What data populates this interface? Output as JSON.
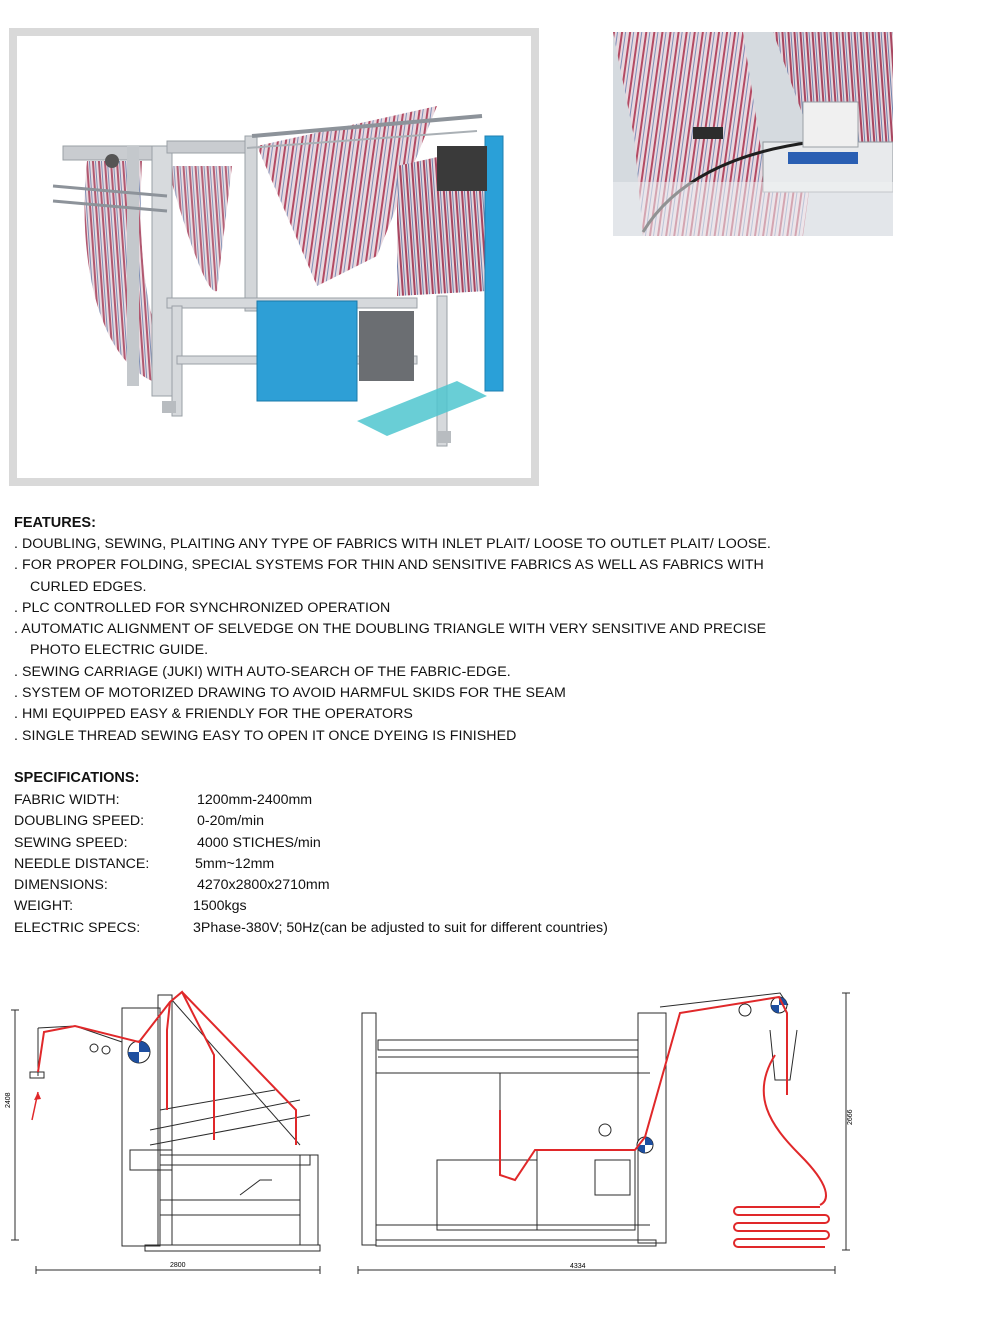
{
  "photos": {
    "main_alt": "fabric doubling sewing plaiting machine",
    "detail_alt": "sewing head close-up"
  },
  "features": {
    "heading": "FEATURES:",
    "lines": [
      ".  DOUBLING, SEWING, PLAITING ANY TYPE OF FABRICS WITH INLET PLAIT/ LOOSE TO OUTLET PLAIT/ LOOSE.",
      ".  FOR PROPER FOLDING, SPECIAL SYSTEMS FOR THIN AND SENSITIVE FABRICS AS WELL AS FABRICS WITH",
      "    CURLED EDGES.",
      ".  PLC CONTROLLED FOR SYNCHRONIZED OPERATION",
      ".  AUTOMATIC ALIGNMENT OF SELVEDGE ON THE DOUBLING  TRIANGLE WITH VERY SENSITIVE AND PRECISE",
      "    PHOTO ELECTRIC GUIDE.",
      ".  SEWING CARRIAGE (JUKI) WITH AUTO-SEARCH OF THE FABRIC-EDGE.",
      ".  SYSTEM OF MOTORIZED DRAWING TO AVOID HARMFUL SKIDS FOR THE SEAM",
      ".  HMI EQUIPPED EASY & FRIENDLY FOR THE OPERATORS",
      ".  SINGLE THREAD SEWING EASY TO OPEN IT ONCE DYEING IS FINISHED"
    ]
  },
  "specifications": {
    "heading": "SPECIFICATIONS:",
    "rows": [
      {
        "label": "FABRIC WIDTH:",
        "value": "1200mm-2400mm"
      },
      {
        "label": "DOUBLING SPEED:",
        "value": "0-20m/min"
      },
      {
        "label": "SEWING SPEED:",
        "value": "4000 STICHES/min"
      },
      {
        "label": "NEEDLE DISTANCE:",
        "value": "5mm~12mm"
      },
      {
        "label": "DIMENSIONS:",
        "value": "4270x2800x2710mm"
      },
      {
        "label": "WEIGHT:",
        "value": "1500kgs"
      },
      {
        "label": "ELECTRIC SPECS:",
        "value": "3Phase-380V; 50Hz(can be adjusted to suit for different countries)"
      }
    ]
  },
  "drawings": {
    "left_height": "2408",
    "left_width": "2800",
    "right_height": "2666",
    "right_width": "4334"
  },
  "colors": {
    "frame": "#d9d9d9",
    "fabric_path": "#e0282a",
    "machine_blue": "#2aa0d8"
  }
}
